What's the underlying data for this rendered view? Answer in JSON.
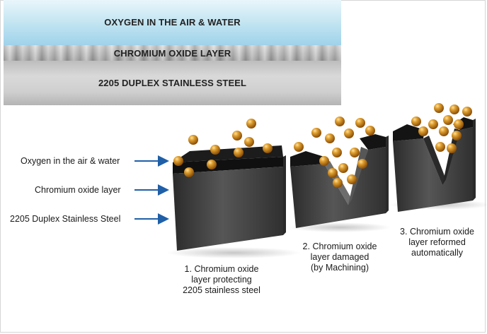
{
  "banner": {
    "oxygen_label": "OXYGEN IN THE AIR & WATER",
    "chromium_label": "CHROMIUM OXIDE LAYER",
    "steel_label": "2205 DUPLEX STAINLESS STEEL"
  },
  "labels": {
    "oxygen": "Oxygen in the air & water",
    "chromium": "Chromium oxide layer",
    "steel": "2205 Duplex Stainless Steel"
  },
  "captions": {
    "step1": [
      "1. Chromium oxide",
      "layer protecting",
      "2205 stainless steel"
    ],
    "step2": [
      "2. Chromium oxide",
      "layer damaged",
      "(by Machining)"
    ],
    "step3": [
      "3. Chromium oxide",
      "layer reformed",
      "automatically"
    ]
  },
  "colors": {
    "arrow": "#1f5fa8",
    "oxygen_ball": "#d08a1c",
    "steel_block": "#3a3a3a",
    "oxide_layer": "#111111"
  }
}
